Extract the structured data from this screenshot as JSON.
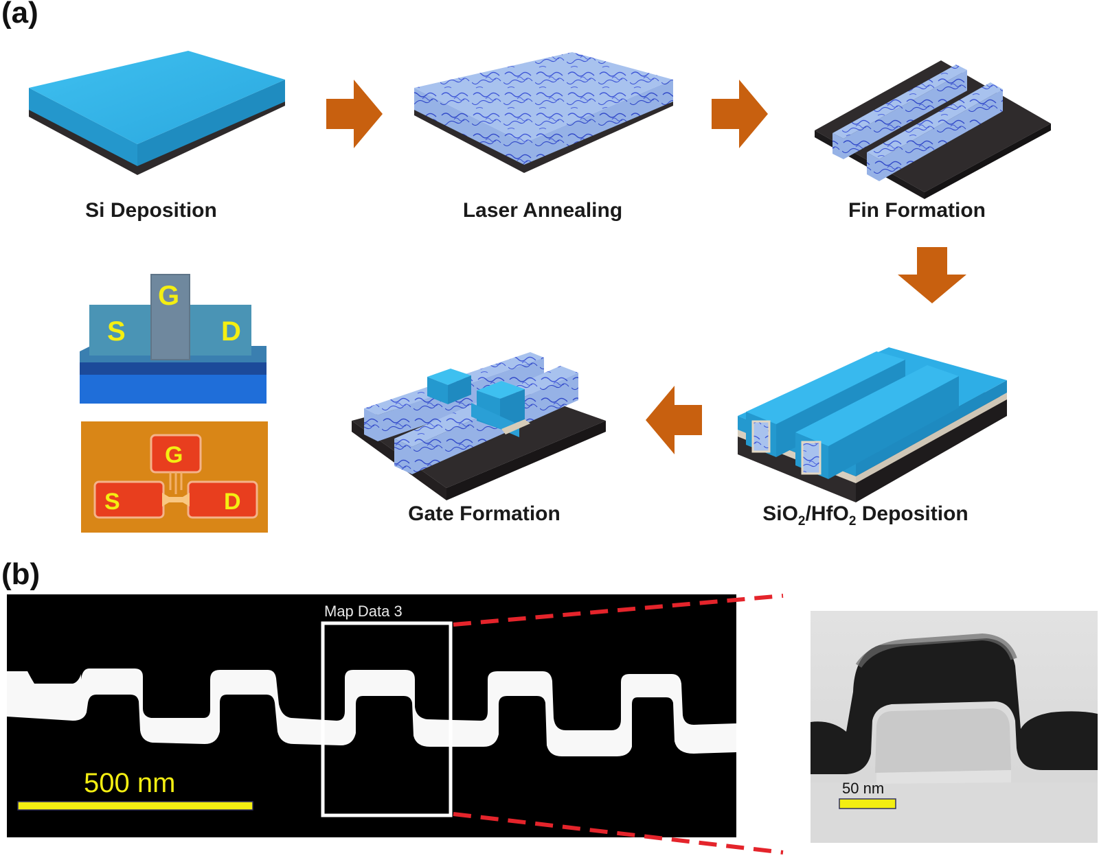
{
  "panels": {
    "a": "(a)",
    "b": "(b)"
  },
  "steps": {
    "si_deposition": "Si Deposition",
    "laser_annealing": "Laser Annealing",
    "fin_formation": "Fin Formation",
    "oxide_deposition": {
      "sio": "SiO",
      "sub1": "2",
      "slash": "/HfO",
      "sub2": "2",
      "rest": " Deposition"
    },
    "gate_formation": "Gate Formation"
  },
  "terminals": {
    "source": "S",
    "gate": "G",
    "drain": "D"
  },
  "micrograph": {
    "map_label": "Map Data 3",
    "scale_bar": "500 nm",
    "tem_scale_bar": "50 nm"
  },
  "colors": {
    "silicon": "#2bb1e6",
    "substrate": "#2e2a2b",
    "annealed": "#a9c4ee",
    "arrow": "#c8600f",
    "scale_bar": "#f3ee12",
    "zoom_line": "#e4242b"
  }
}
